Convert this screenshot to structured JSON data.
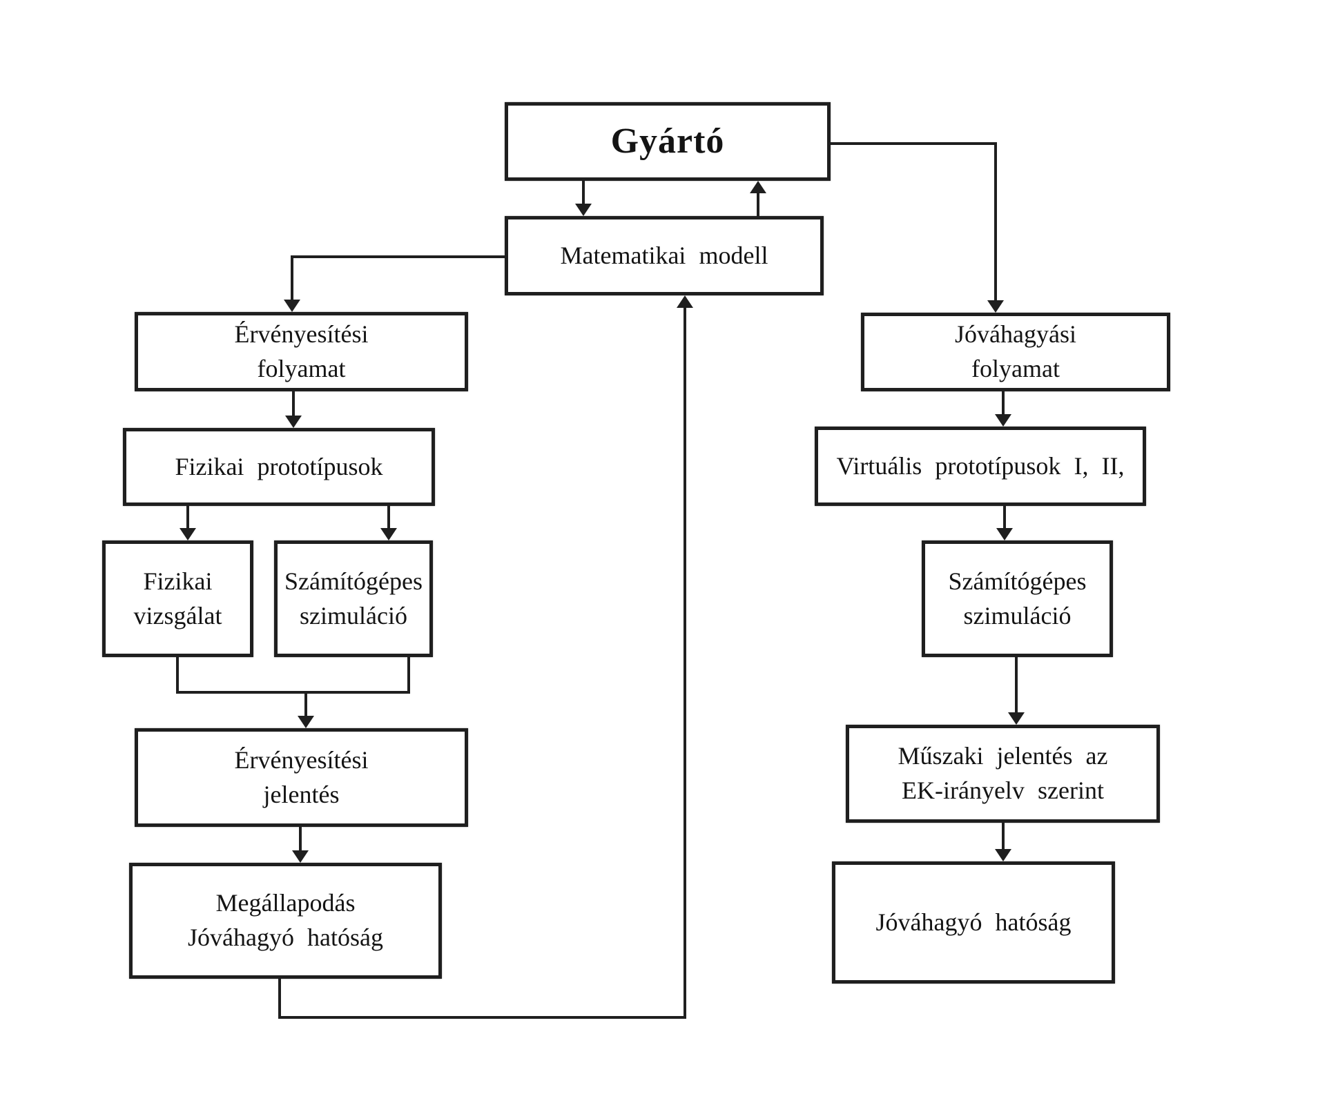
{
  "colors": {
    "ink": "#1f1f1f",
    "background": "#ffffff"
  },
  "diagram": {
    "nodes": {
      "gyarto": {
        "label": "Gyártó"
      },
      "matematikai_modell": {
        "label": "Matematikai modell"
      },
      "ervenyesitesi_folyamat": {
        "label": "Érvényesítési\nfolyamat"
      },
      "fizikai_prototipusok": {
        "label": "Fizikai prototípusok"
      },
      "fizikai_vizsgalat": {
        "label": "Fizikai\nvizsgálat"
      },
      "szamitogepes_szimulacio_bal": {
        "label": "Számítógépes\nszimuláció"
      },
      "ervenyesitesi_jelentes": {
        "label": "Érvényesítési\njelentés"
      },
      "megallapodas": {
        "label": "Megállapodás\nJóváhagyó hatóság"
      },
      "jovahagyasi_folyamat": {
        "label": "Jóváhagyási\nfolyamat"
      },
      "virtualis_prototipusok": {
        "label": "Virtuális prototípusok I, II,"
      },
      "szamitogepes_szimulacio_jobb": {
        "label": "Számítógépes\nszimuláció"
      },
      "muszaki_jelentes": {
        "label": "Műszaki jelentés az\nEK-irányelv szerint"
      },
      "jovahagyo_hatosag": {
        "label": "Jóváhagyó hatóság"
      }
    },
    "edges": [
      {
        "from": "Gyártó",
        "to": "Matematikai modell",
        "direction": "down"
      },
      {
        "from": "Matematikai modell",
        "to": "Gyártó",
        "direction": "up"
      },
      {
        "from": "Gyártó",
        "to": "Jóváhagyási folyamat",
        "direction": "right-down"
      },
      {
        "from": "Matematikai modell",
        "to": "Érvényesítési folyamat",
        "direction": "left-down"
      },
      {
        "from": "Érvényesítési folyamat",
        "to": "Fizikai prototípusok",
        "direction": "down"
      },
      {
        "from": "Fizikai prototípusok",
        "to": "Fizikai vizsgálat",
        "direction": "down"
      },
      {
        "from": "Fizikai prototípusok",
        "to": "Számítógépes szimuláció",
        "direction": "down"
      },
      {
        "from": "Fizikai vizsgálat",
        "to": "Érvényesítési jelentés",
        "direction": "merge-down"
      },
      {
        "from": "Számítógépes szimuláció",
        "to": "Érvényesítési jelentés",
        "direction": "merge-down"
      },
      {
        "from": "Érvényesítési jelentés",
        "to": "Megállapodás Jóváhagyó hatóság",
        "direction": "down"
      },
      {
        "from": "Megállapodás Jóváhagyó hatóság",
        "to": "Matematikai modell",
        "direction": "feedback-up"
      },
      {
        "from": "Jóváhagyási folyamat",
        "to": "Virtuális prototípusok I, II,",
        "direction": "down"
      },
      {
        "from": "Virtuális prototípusok I, II,",
        "to": "Számítógépes szimuláció",
        "direction": "down"
      },
      {
        "from": "Számítógépes szimuláció",
        "to": "Műszaki jelentés az EK-irányelv szerint",
        "direction": "down"
      },
      {
        "from": "Műszaki jelentés az EK-irányelv szerint",
        "to": "Jóváhagyó hatóság",
        "direction": "down"
      }
    ]
  }
}
